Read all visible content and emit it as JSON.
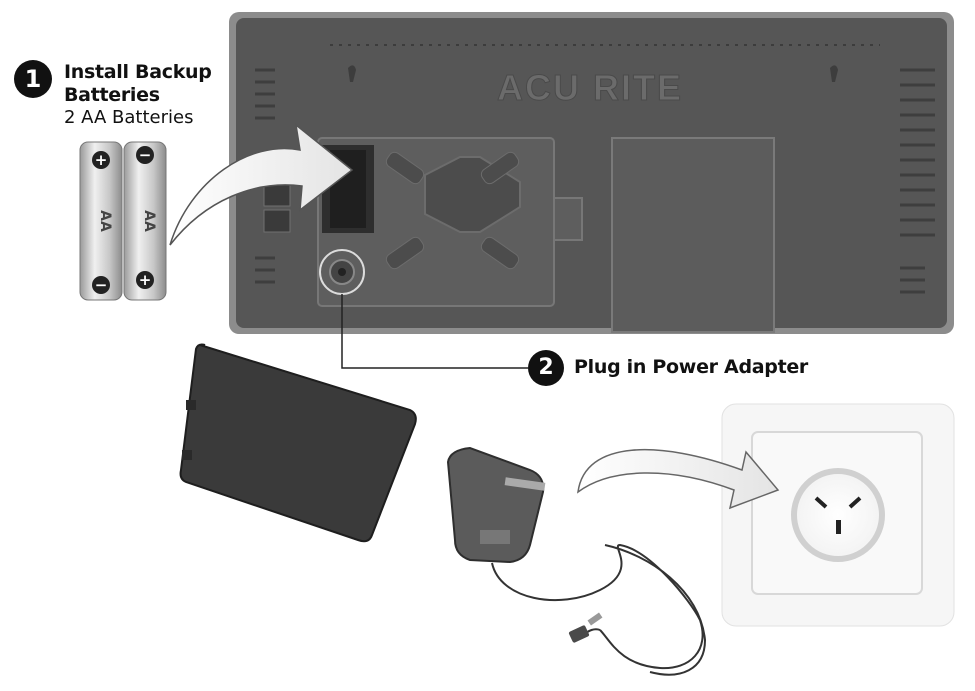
{
  "brand": {
    "name": "ACU RITE"
  },
  "steps": [
    {
      "number": "1",
      "title_line1": "Install Backup",
      "title_line2": "Batteries",
      "subtitle": "2 AA Batteries"
    },
    {
      "number": "2",
      "title": "Plug in Power Adapter"
    }
  ],
  "batteries": {
    "label": "AA",
    "plus": "+",
    "minus": "−"
  },
  "colors": {
    "device_body": "#555555",
    "device_frame": "#8a8a8a",
    "battery": "#d9d9d9",
    "outlet_plate": "#f4f4f4",
    "number_badge": "#111111"
  }
}
